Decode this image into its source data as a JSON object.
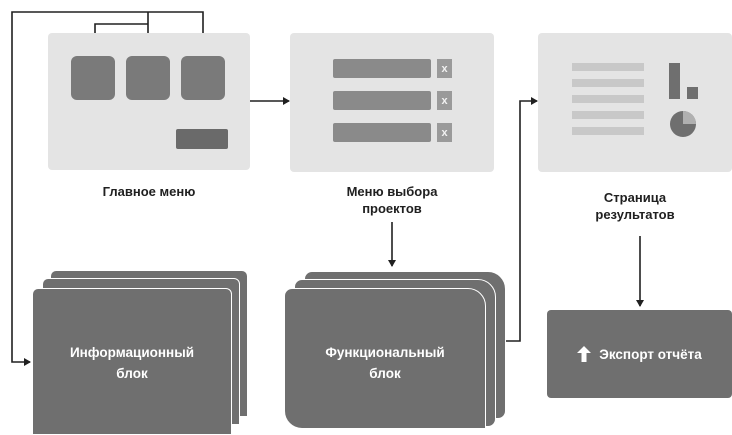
{
  "nodes": {
    "main_menu": {
      "caption": "Главное меню"
    },
    "project_menu": {
      "caption_line1": "Меню выбора",
      "caption_line2": "проектов",
      "delete_glyph": "x"
    },
    "results_page": {
      "caption_line1": "Страница",
      "caption_line2": "результатов"
    },
    "info_block": {
      "line1": "Информационный",
      "line2": "блок"
    },
    "functional_block": {
      "line1": "Функциональный",
      "line2": "блок"
    },
    "export": {
      "label": "Экспорт отчёта",
      "icon": "arrow-up-icon"
    }
  },
  "colors": {
    "panel": "#e4e4e4",
    "dark_block": "#6f6f6f",
    "connector": "#202020"
  }
}
